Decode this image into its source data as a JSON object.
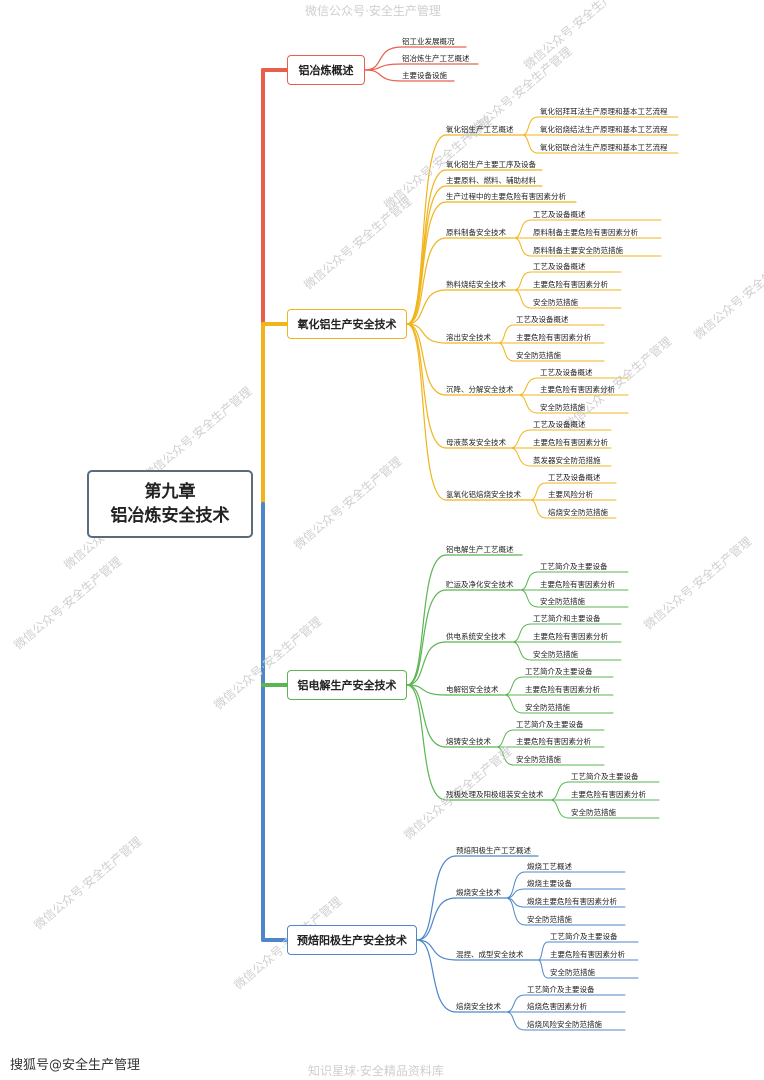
{
  "root": {
    "line1": "第九章",
    "line2": "铝冶炼安全技术"
  },
  "colors": {
    "red": "#e8604c",
    "yellow": "#f0b41c",
    "green": "#5ab552",
    "blue": "#4e86c8",
    "slate": "#5a6b7a"
  },
  "branches": [
    {
      "label": "铝冶炼概述",
      "color": "red",
      "children": [
        {
          "label": "铝工业发展概况"
        },
        {
          "label": "铝冶炼生产工艺概述"
        },
        {
          "label": "主要设备设施"
        }
      ]
    },
    {
      "label": "氧化铝生产安全技术",
      "color": "yellow",
      "children": [
        {
          "label": "氧化铝生产工艺概述",
          "children": [
            "氧化铝拜耳法生产原理和基本工艺流程",
            "氧化铝烧结法生产原理和基本工艺流程",
            "氧化铝联合法生产原理和基本工艺流程"
          ]
        },
        {
          "label": "氧化铝生产主要工序及设备"
        },
        {
          "label": "主要原料、燃料、辅助材料"
        },
        {
          "label": "生产过程中的主要危险有害因素分析"
        },
        {
          "label": "原料制备安全技术",
          "children": [
            "工艺及设备概述",
            "原料制备主要危险有害因素分析",
            "原料制备主要安全防范措施"
          ]
        },
        {
          "label": "熟料烧结安全技术",
          "children": [
            "工艺及设备概述",
            "主要危险有害因素分析",
            "安全防范措施"
          ]
        },
        {
          "label": "溶出安全技术",
          "children": [
            "工艺及设备概述",
            "主要危险有害因素分析",
            "安全防范措施"
          ]
        },
        {
          "label": "沉降、分解安全技术",
          "children": [
            "工艺及设备概述",
            "主要危险有害因素分析",
            "安全防范措施"
          ]
        },
        {
          "label": "母液蒸发安全技术",
          "children": [
            "工艺及设备概述",
            "主要危险有害因素分析",
            "蒸发器安全防范措施"
          ]
        },
        {
          "label": "氢氧化铝焙烧安全技术",
          "children": [
            "工艺及设备概述",
            "主要风险分析",
            "焙烧安全防范措施"
          ]
        }
      ]
    },
    {
      "label": "铝电解生产安全技术",
      "color": "green",
      "children": [
        {
          "label": "铝电解生产工艺概述"
        },
        {
          "label": "贮运及净化安全技术",
          "children": [
            "工艺简介及主要设备",
            "主要危险有害因素分析",
            "安全防范措施"
          ]
        },
        {
          "label": "供电系统安全技术",
          "children": [
            "工艺简介和主要设备",
            "主要危险有害因素分析",
            "安全防范措施"
          ]
        },
        {
          "label": "电解铝安全技术",
          "children": [
            "工艺简介及主要设备",
            "主要危险有害因素分析",
            "安全防范措施"
          ]
        },
        {
          "label": "熔铸安全技术",
          "children": [
            "工艺简介及主要设备",
            "主要危险有害因素分析",
            "安全防范措施"
          ]
        },
        {
          "label": "残极处理及阳极组装安全技术",
          "children": [
            "工艺简介及主要设备",
            "主要危险有害因素分析",
            "安全防范措施"
          ]
        }
      ]
    },
    {
      "label": "预焙阳极生产安全技术",
      "color": "blue",
      "children": [
        {
          "label": "预焙阳极生产工艺概述"
        },
        {
          "label": "煅烧安全技术",
          "children": [
            "煅烧工艺概述",
            "煅烧主要设备",
            "煅烧主要危险有害因素分析",
            "安全防范措施"
          ]
        },
        {
          "label": "混捏、成型安全技术",
          "children": [
            "工艺简介及主要设备",
            "主要危险有害因素分析",
            "安全防范措施"
          ]
        },
        {
          "label": "焙烧安全技术",
          "children": [
            "工艺简介及主要设备",
            "焙烧危害因素分析",
            "焙烧风险安全防范措施"
          ]
        }
      ]
    }
  ],
  "watermark": "微信公众号·安全生产管理",
  "watermark_bottom": "知识星球·安全精品资料库",
  "footer": "搜狐号@安全生产管理"
}
